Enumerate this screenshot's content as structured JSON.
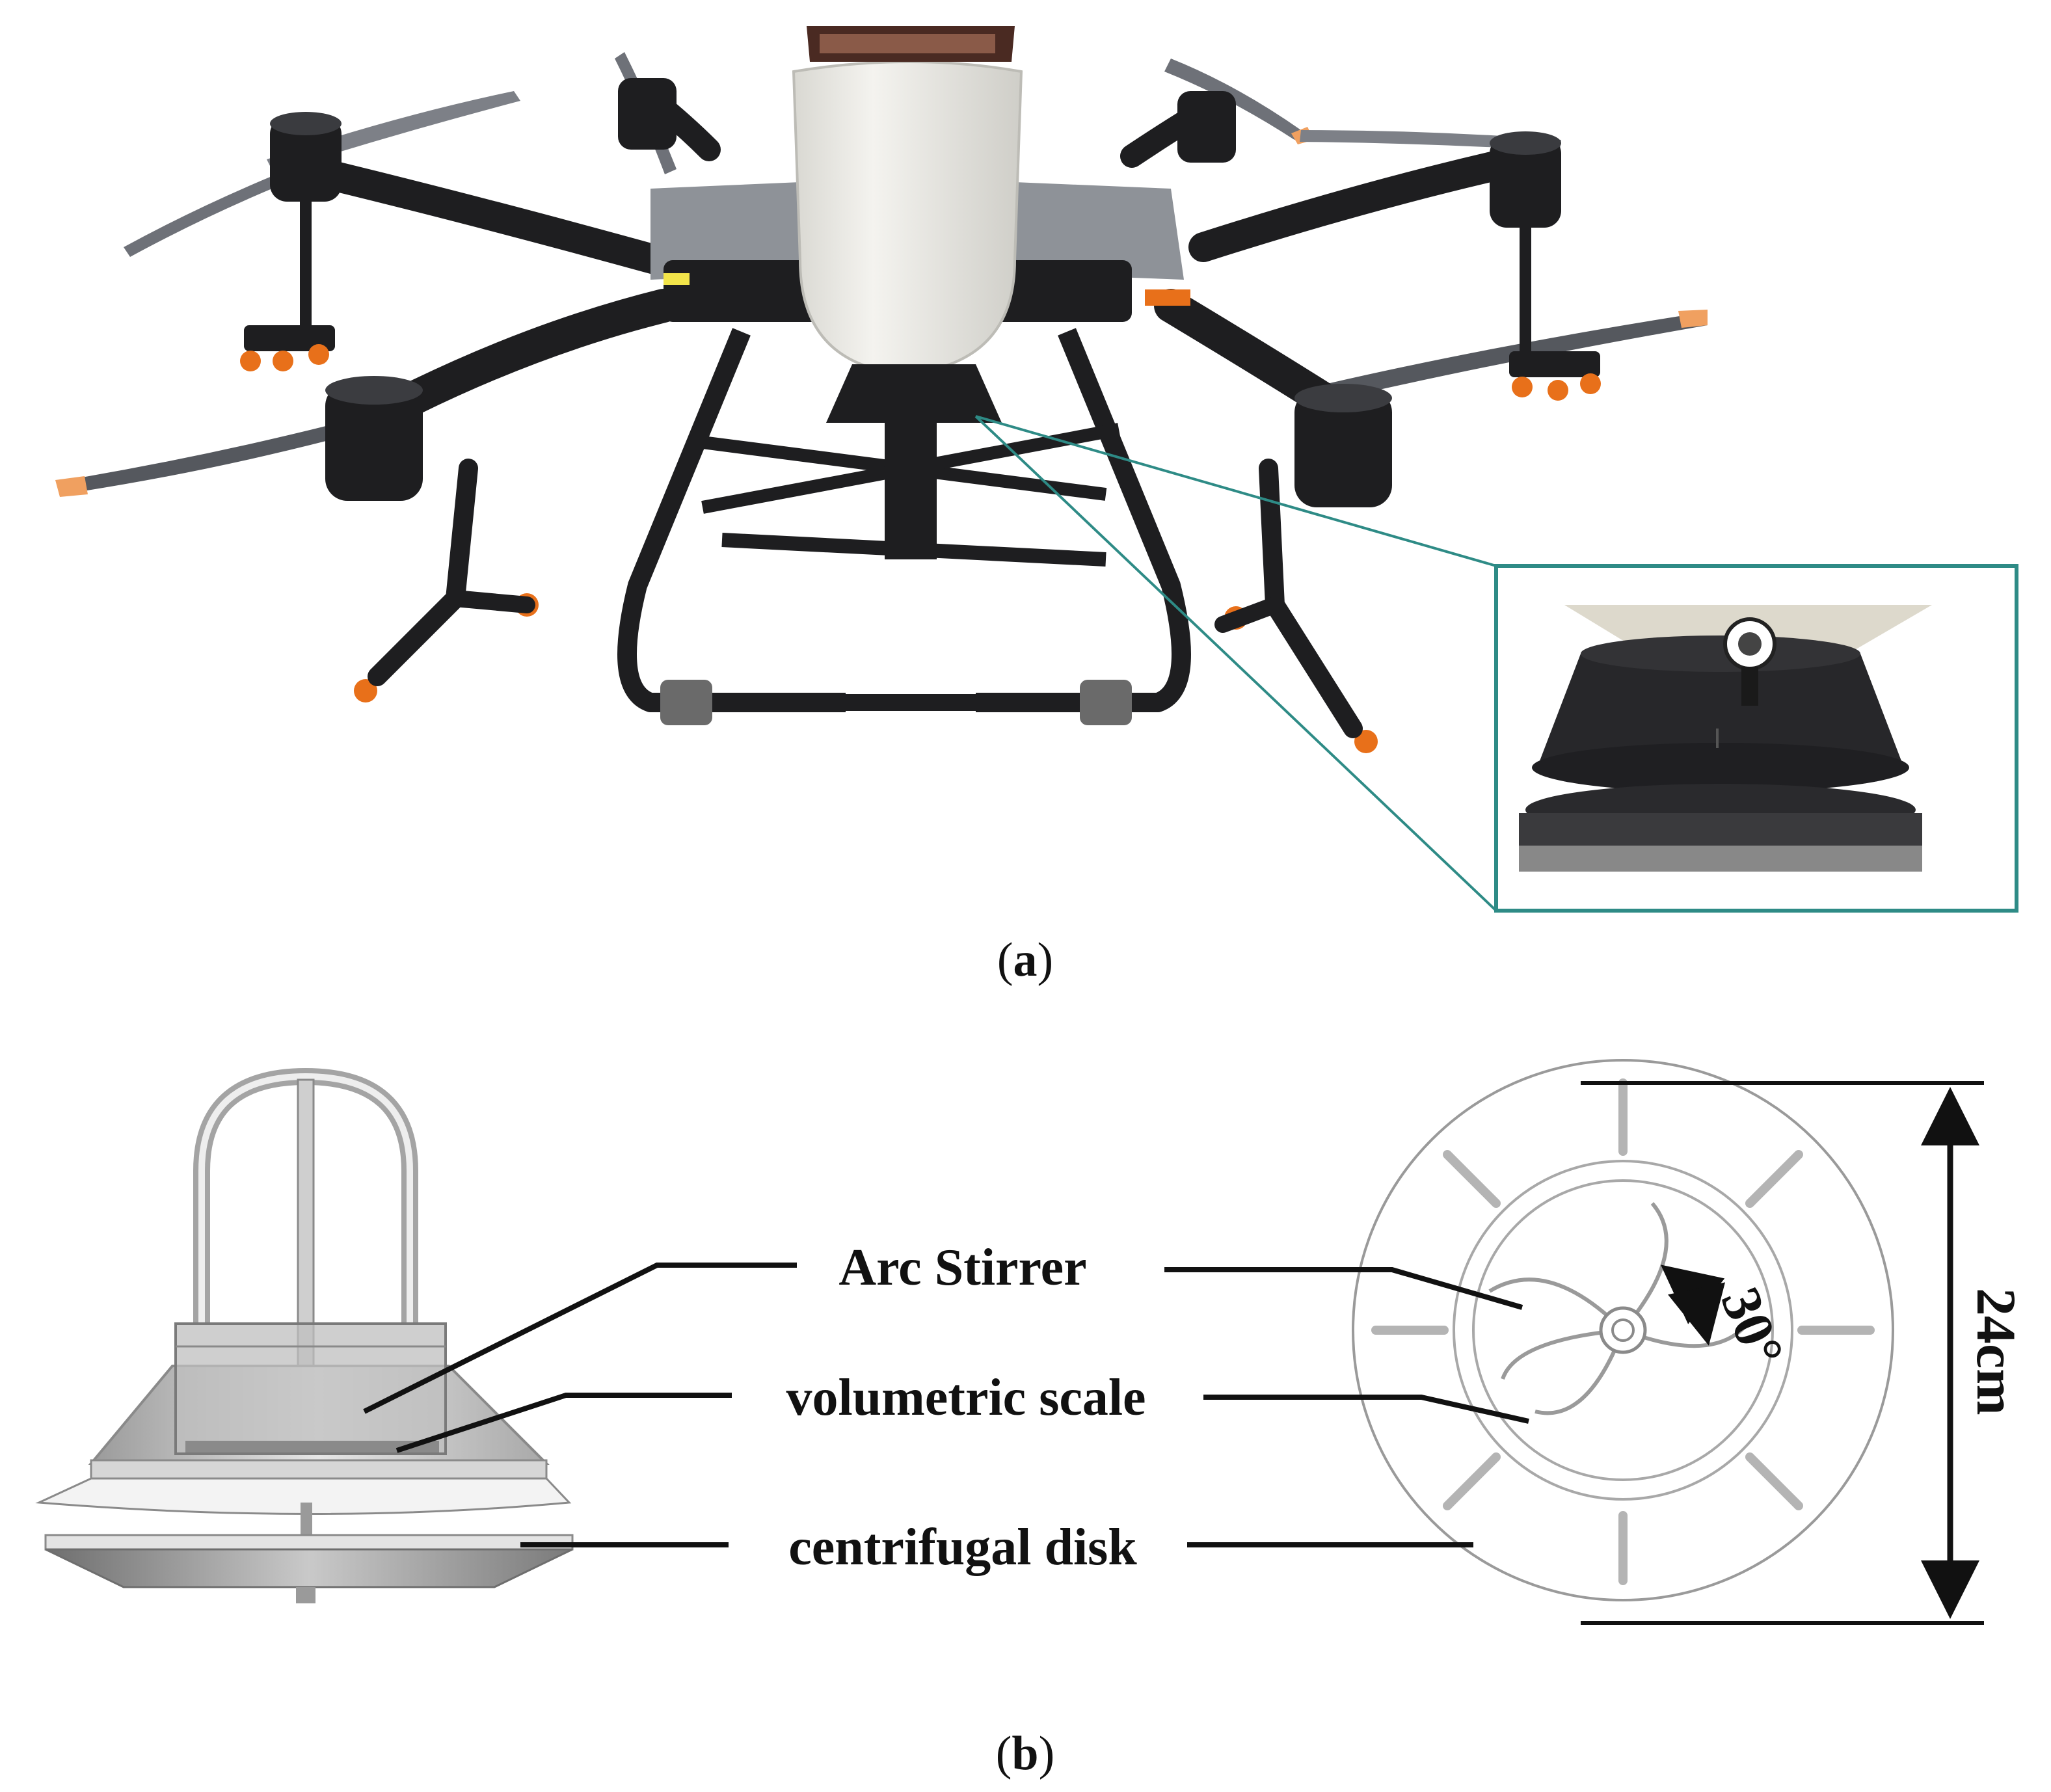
{
  "figure": {
    "panel_a": {
      "open": "(",
      "letter": "a",
      "close": ")"
    },
    "panel_b": {
      "open": "(",
      "letter": "b",
      "close": ")"
    }
  },
  "labels": {
    "arc_stirrer": "Arc Stirrer",
    "volumetric_scale": "volumetric scale",
    "centrifugal_disk": "centrifugal disk"
  },
  "dimensions": {
    "angle": "30°",
    "diameter": "24cm"
  },
  "colors": {
    "inset_frame": "#2e8b86",
    "drone_body": "#1e1e20",
    "tank": "#ecebe6",
    "propeller_tip": "#f0a060",
    "nozzle": "#e8701a"
  }
}
